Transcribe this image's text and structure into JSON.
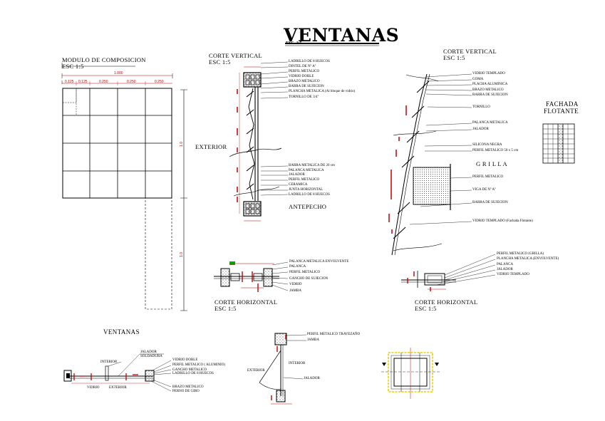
{
  "title": "VENTANAS",
  "title_scale": "ESC. 1:5",
  "modulo": {
    "title": "MODULO DE COMPOSICION",
    "scale": "ESC 1:5",
    "dim_total": "1.000",
    "dims_top": [
      "0.125",
      "0.125",
      "0.250",
      "0.250",
      "0.250"
    ],
    "dim_side_1": "1.0",
    "dim_side_2": "1.0"
  },
  "corte_v1": {
    "title": "CORTE VERTICAL",
    "scale": "ESC 1:5",
    "exterior": "EXTERIOR",
    "antepecho": "ANTEPECHO",
    "labels_top": [
      "LADRILLO DE 8 HUECOS",
      "DINTEL DE Nº Aº",
      "PERFIL METALICO",
      "VIDRIO DOBLE",
      "BRAZO METALICO",
      "BARRA DE SUJECION",
      "PLANCHA METALICA (Al bloque de vidrio)",
      "TORNILLO DE 3/4\""
    ],
    "labels_bottom": [
      "BARRA METALICA DE 20 cm",
      "PALANCA METALICA",
      "JALADOR",
      "PERFIL METALICO",
      "CERAMICA",
      "JUNTA HORIZONTAL",
      "LADRILLO DE 8 HUECOS"
    ]
  },
  "corte_v2": {
    "title": "CORTE VERTICAL",
    "scale": "ESC 1:5",
    "grilla": "G R I L L A",
    "labels": [
      "VIDRIO TEMPLADO",
      "GOMA",
      "PLACHA ALUMINICA",
      "BRAZO METALICO",
      "BARRA DE SUJECION",
      "TORNILLO",
      "PALANCA METALICA",
      "JALADOR",
      "SILICONA NEGRA",
      "PERFIL METALICO 50 x 5 cm",
      "PERFIL METALICO",
      "VIGA DE Nº Aº",
      "BARRA DE SUJECION",
      "VIDRIO TEMPLADO (Fachada Flotante)"
    ]
  },
  "fachada": {
    "title_line1": "FACHADA",
    "title_line2": "FLOTANTE"
  },
  "corte_h1": {
    "title": "CORTE HORIZONTAL",
    "scale": "ESC 1:5",
    "labels": [
      "PALANCA METALICA ENVOLVENTE",
      "PALANCA",
      "PERFIL METALICO",
      "GANCHO DE SUJECION",
      "VIDRIO",
      "JAMBA"
    ]
  },
  "corte_h2": {
    "title": "CORTE HORIZONTAL",
    "scale": "ESC 1:5",
    "labels": [
      "PERFIL METALICO (GRILLA)",
      "PLANCHA METALICA (ENVOLVENTE)",
      "PALANCA",
      "JALADOR",
      "VIDRIO TEMPLADO"
    ]
  },
  "ventanas_detail": {
    "title": "VENTANAS",
    "interior": "INTERIOR",
    "vidrio": "VIDRIO",
    "exterior": "EXTERIOR",
    "labels": [
      "JALADOR",
      "SOLDADURA",
      "VIDRIO DOBLE",
      "PERFIL METALICO ( ALUMINIO)",
      "GANCHO METALICO",
      "LADRILLO DE 8 HUECOS",
      "BRAZO METALICO",
      "PERNO DE GIRO"
    ]
  },
  "bottom_mid": {
    "labels": [
      "PERFIL METALICO TRAVEZAÑO",
      "JAMBA"
    ],
    "interior": "INTERIOR",
    "exterior": "EXTERIOR",
    "jalador": "JALADOR"
  },
  "colors": {
    "line": "#000000",
    "dimension": "#d40000",
    "accent_yellow": "#e8d200",
    "accent_green": "#00b000"
  }
}
